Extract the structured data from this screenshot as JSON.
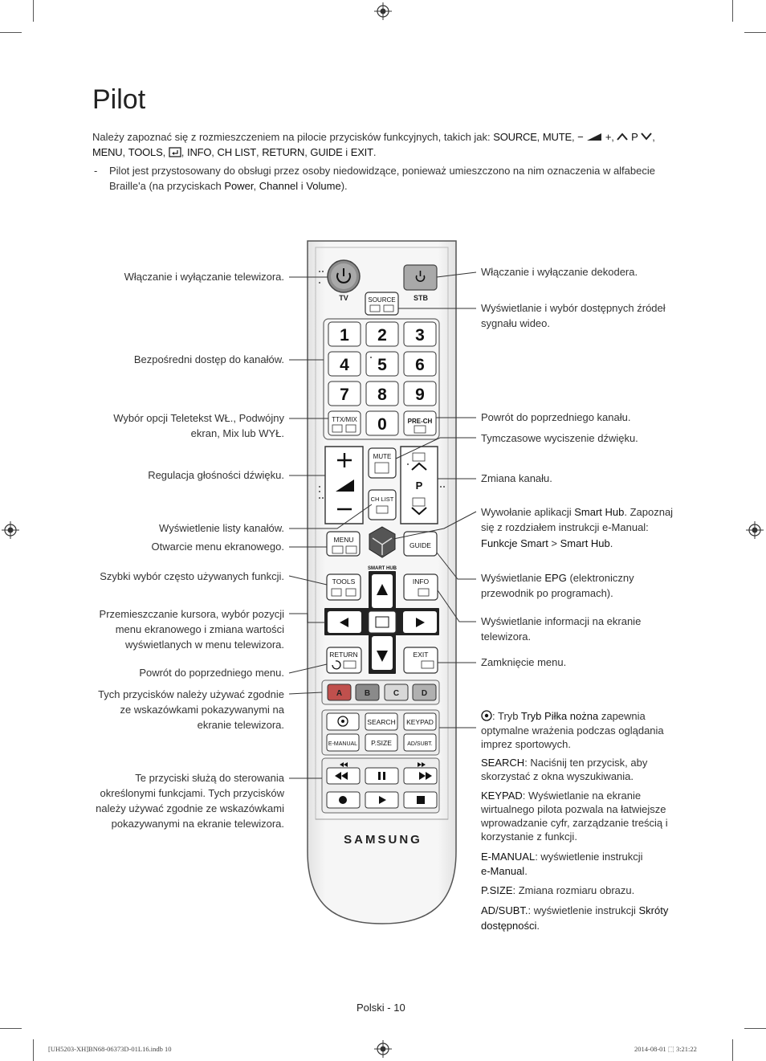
{
  "page": {
    "title": "Pilot",
    "page_number": "Polski - 10",
    "footer_left": "[UH5203-XH]BN68-06373D-01L16.indb   10",
    "footer_right": "2014-08-01   ⬚ 3:21:22"
  },
  "intro": {
    "p1": "Należy zapoznać się z rozmieszczeniem na pilocie przycisków funkcyjnych, takich jak: ",
    "k_source": "SOURCE",
    "sep": ", ",
    "k_mute": "MUTE",
    "k_vol_minus": "−",
    "k_vol_plus": "+",
    "k_p": "P",
    "k_menu": "MENU",
    "k_tools": "TOOLS",
    "k_info": "INFO",
    "k_chlist": "CH LIST",
    "k_return": "RETURN",
    "k_guide": "GUIDE",
    "conj": " i ",
    "k_exit": "EXIT",
    "end": "."
  },
  "note": {
    "dash": "-",
    "t1": "Pilot jest przystosowany do obsługi przez osoby niedowidzące, ponieważ umieszczono na nim oznaczenia w alfabecie Braille'a (na przyciskach ",
    "k_power": "Power",
    "sep": ", ",
    "k_channel": "Channel",
    "conj": " i ",
    "k_volume": "Volume",
    "end": ")."
  },
  "left_labels": {
    "power_tv": "Włączanie i wyłączanie telewizora.",
    "numbers": "Bezpośredni dostęp do kanałów.",
    "ttx_1": "Wybór opcji Teletekst WŁ., Podwójny",
    "ttx_2": "ekran, Mix lub WYŁ.",
    "volume": "Regulacja głośności dźwięku.",
    "chlist": "Wyświetlenie listy kanałów.",
    "menu": "Otwarcie menu ekranowego.",
    "tools": "Szybki wybór często używanych funkcji.",
    "nav_1": "Przemieszczanie kursora, wybór pozycji",
    "nav_2": "menu ekranowego i zmiana wartości",
    "nav_3": "wyświetlanych w menu telewizora.",
    "return": "Powrót do poprzedniego menu.",
    "color_1": "Tych przycisków należy używać zgodnie",
    "color_2": "ze wskazówkami pokazywanymi na",
    "color_3": "ekranie telewizora.",
    "media_1": "Te przyciski służą do sterowania",
    "media_2": "określonymi funkcjami. Tych przycisków",
    "media_3": "należy używać zgodnie ze wskazówkami",
    "media_4": "pokazywanymi na ekranie telewizora."
  },
  "right_labels": {
    "power_stb": "Włączanie i wyłączanie dekodera.",
    "source_1": "Wyświetlanie i wybór dostępnych źródeł",
    "source_2": "sygnału wideo.",
    "prech": "Powrót do poprzedniego kanału.",
    "mute": "Tymczasowe wyciszenie dźwięku.",
    "channel": "Zmiana kanału.",
    "smarthub_1a": "Wywołanie aplikacji ",
    "smarthub_1k": "Smart Hub",
    "smarthub_1b": ". Zapoznaj",
    "smarthub_2": "się z rozdziałem instrukcji e-Manual:",
    "smarthub_3k1": "Funkcje Smart",
    "smarthub_3sep": " > ",
    "smarthub_3k2": "Smart Hub",
    "smarthub_3end": ".",
    "guide_1a": "Wyświetlanie ",
    "guide_1k": "EPG",
    "guide_1b": " (elektroniczny",
    "guide_2": "przewodnik po programach).",
    "info_1": "Wyświetlanie informacji na ekranie",
    "info_2": "telewizora.",
    "exit": "Zamknięcie menu.",
    "sport_1a": ": Tryb ",
    "sport_1k": "Tryb Piłka nożna",
    "sport_1b": " zapewnia",
    "sport_2": "optymalne wrażenia podczas oglądania",
    "sport_3": "imprez sportowych.",
    "search_k": "SEARCH",
    "search_1": ": Naciśnij ten przycisk, aby",
    "search_2": "skorzystać z okna wyszukiwania.",
    "keypad_k": "KEYPAD",
    "keypad_1": ": Wyświetlanie na ekranie",
    "keypad_2": "wirtualnego pilota pozwala na łatwiejsze",
    "keypad_3": "wprowadzanie cyfr, zarządzanie treścią i",
    "keypad_4": "korzystanie z funkcji.",
    "emanual_k": "E-MANUAL",
    "emanual_1": ": wyświetlenie instrukcji",
    "emanual_2k": "e-Manual",
    "emanual_2end": ".",
    "psize_k": "P.SIZE",
    "psize_1": ": Zmiana rozmiaru obrazu.",
    "adsubt_k": "AD/SUBT.",
    "adsubt_1": ": wyświetlenie instrukcji ",
    "adsubt_1k": "Skróty",
    "adsubt_2k": "dostępności",
    "adsubt_2end": "."
  },
  "remote": {
    "tv": "TV",
    "stb": "STB",
    "source": "SOURCE",
    "digits": [
      "1",
      "2",
      "3",
      "4",
      "5",
      "6",
      "7",
      "8",
      "9",
      "0"
    ],
    "ttxmix": "TTX/MIX",
    "prech": "PRE-CH",
    "mute": "MUTE",
    "p": "P",
    "chlist": "CH LIST",
    "menu": "MENU",
    "guide": "GUIDE",
    "smarthub": "SMART HUB",
    "tools": "TOOLS",
    "info": "INFO",
    "return": "RETURN",
    "exit": "EXIT",
    "colors": [
      "A",
      "B",
      "C",
      "D"
    ],
    "search": "SEARCH",
    "keypad": "KEYPAD",
    "emanual": "E-MANUAL",
    "psize": "P.SIZE",
    "adsubt": "AD/SUBT.",
    "brand": "SAMSUNG"
  },
  "colors": {
    "btn_a": "#c0504d",
    "btn_b": "#8a8a8a",
    "btn_c": "#d8d8d8",
    "btn_d": "#b0b0b0",
    "remote_body": "#f4f4f4",
    "ink": "#222222"
  }
}
